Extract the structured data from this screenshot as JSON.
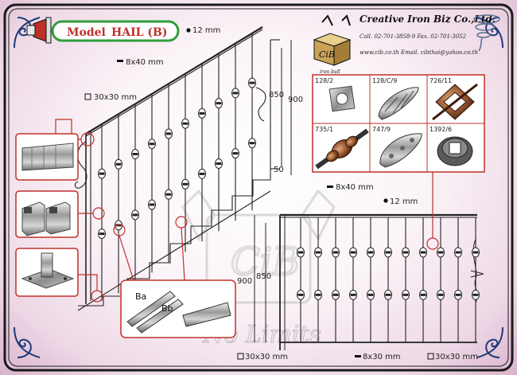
{
  "model": {
    "prefix": "Model",
    "name": "HAIL (B)"
  },
  "company": {
    "name": "Creative Iron Biz Co.,Ltd.",
    "call": "Call. 02-701-3858-9  Fax. 02-701-3052",
    "web": "www.cib.co.th  Email. cibthai@yahoo.co.th",
    "logo_text": "CiB",
    "logo_tag": "iron bull"
  },
  "dims": {
    "rod_dia_top": "12 mm",
    "handrail_top": "8x40 mm",
    "post_left": "30x30 mm",
    "stair_h1": "850",
    "stair_h2": "900",
    "stair_base": "50",
    "rail_handrail": "8x40 mm",
    "rail_rod": "12 mm",
    "rail_h1": "900",
    "rail_h2": "850",
    "rail_post_left": "30x30 mm",
    "rail_bottom": "8x30 mm",
    "rail_post_right": "30x30 mm"
  },
  "parts": [
    {
      "code": "128/2"
    },
    {
      "code": "128/C/9"
    },
    {
      "code": "726/11"
    },
    {
      "code": "735/1"
    },
    {
      "code": "747/9"
    },
    {
      "code": "1392/6"
    }
  ],
  "profiles": {
    "a": "Ba",
    "b": "Bb"
  },
  "watermark": {
    "text": "No Limits"
  },
  "colors": {
    "accent": "#c0302a",
    "frame": "#1a1a1a",
    "bg": "#f6e8f0",
    "badge": "#2f9e3a"
  }
}
